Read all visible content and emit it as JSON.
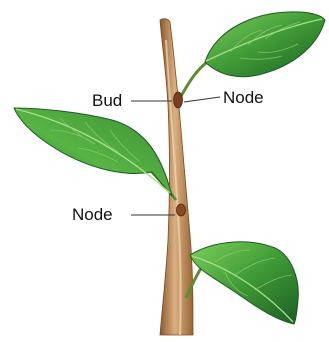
{
  "labels": {
    "bud": "Bud",
    "node_top": "Node",
    "node_mid": "Node"
  },
  "colors": {
    "leaf_dark": "#1f6e2b",
    "leaf_light": "#5fbf4a",
    "stem": "#b5834f",
    "stem_highlight": "#e3c29a",
    "bud": "#7a3f1c"
  }
}
